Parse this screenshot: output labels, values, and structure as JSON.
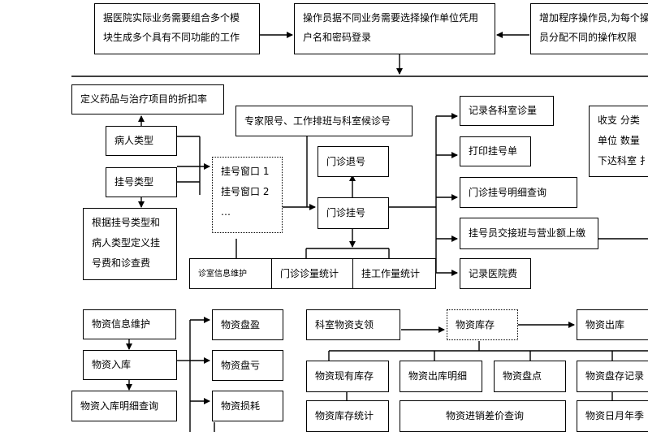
{
  "top": {
    "left_box": "据医院实际业务需要组合多个模\n块生成多个具有不同功能的工作",
    "mid_box": "操作员据不同业务需要选择操作单位凭用\n户名和密码登录",
    "right_box": "增加程序操作员,为每个操\n员分配不同的操作权限"
  },
  "registration": {
    "discount_def": "定义药品与治疗项目的折扣率",
    "patient_type": "病人类型",
    "reg_type": "挂号类型",
    "fee_def": "根据挂号类型和\n病人类型定义挂\n号费和诊查费",
    "windows": "挂号窗口 1\n挂号窗口 2\n…",
    "expert": "专家限号、工作排班与科室候诊号",
    "refund": "门诊退号",
    "outpatient_reg": "门诊挂号",
    "room_info": "诊室信息维护",
    "visit_stats": "门诊诊量统计",
    "work_stats": "挂工作量统计",
    "record_dept": "记录各科室诊量",
    "print_slip": "打印挂号单",
    "reg_detail": "门诊挂号明细查询",
    "handover": "挂号员交接班与营业额上缴",
    "record_fee": "记录医院费",
    "right_partial": "收支  分类\n单位  数量\n下达科室  扌"
  },
  "materials": {
    "info": "物资信息维护",
    "inbound": "物资入库",
    "inbound_query": "物资入库明细查询",
    "surplus": "物资盘盈",
    "deficit": "物资盘亏",
    "loss": "物资损耗",
    "dept_draw": "科室物资支领",
    "stock": "物资库存",
    "outbound": "物资出库",
    "current_stock": "物资现有库存",
    "outbound_detail": "物资出库明细",
    "stocktake": "物资盘点",
    "stocktake_record": "物资盘存记录",
    "stock_stats": "物资库存统计",
    "price_diff": "物资进销差价查询",
    "monthly": "物资日月年季"
  }
}
